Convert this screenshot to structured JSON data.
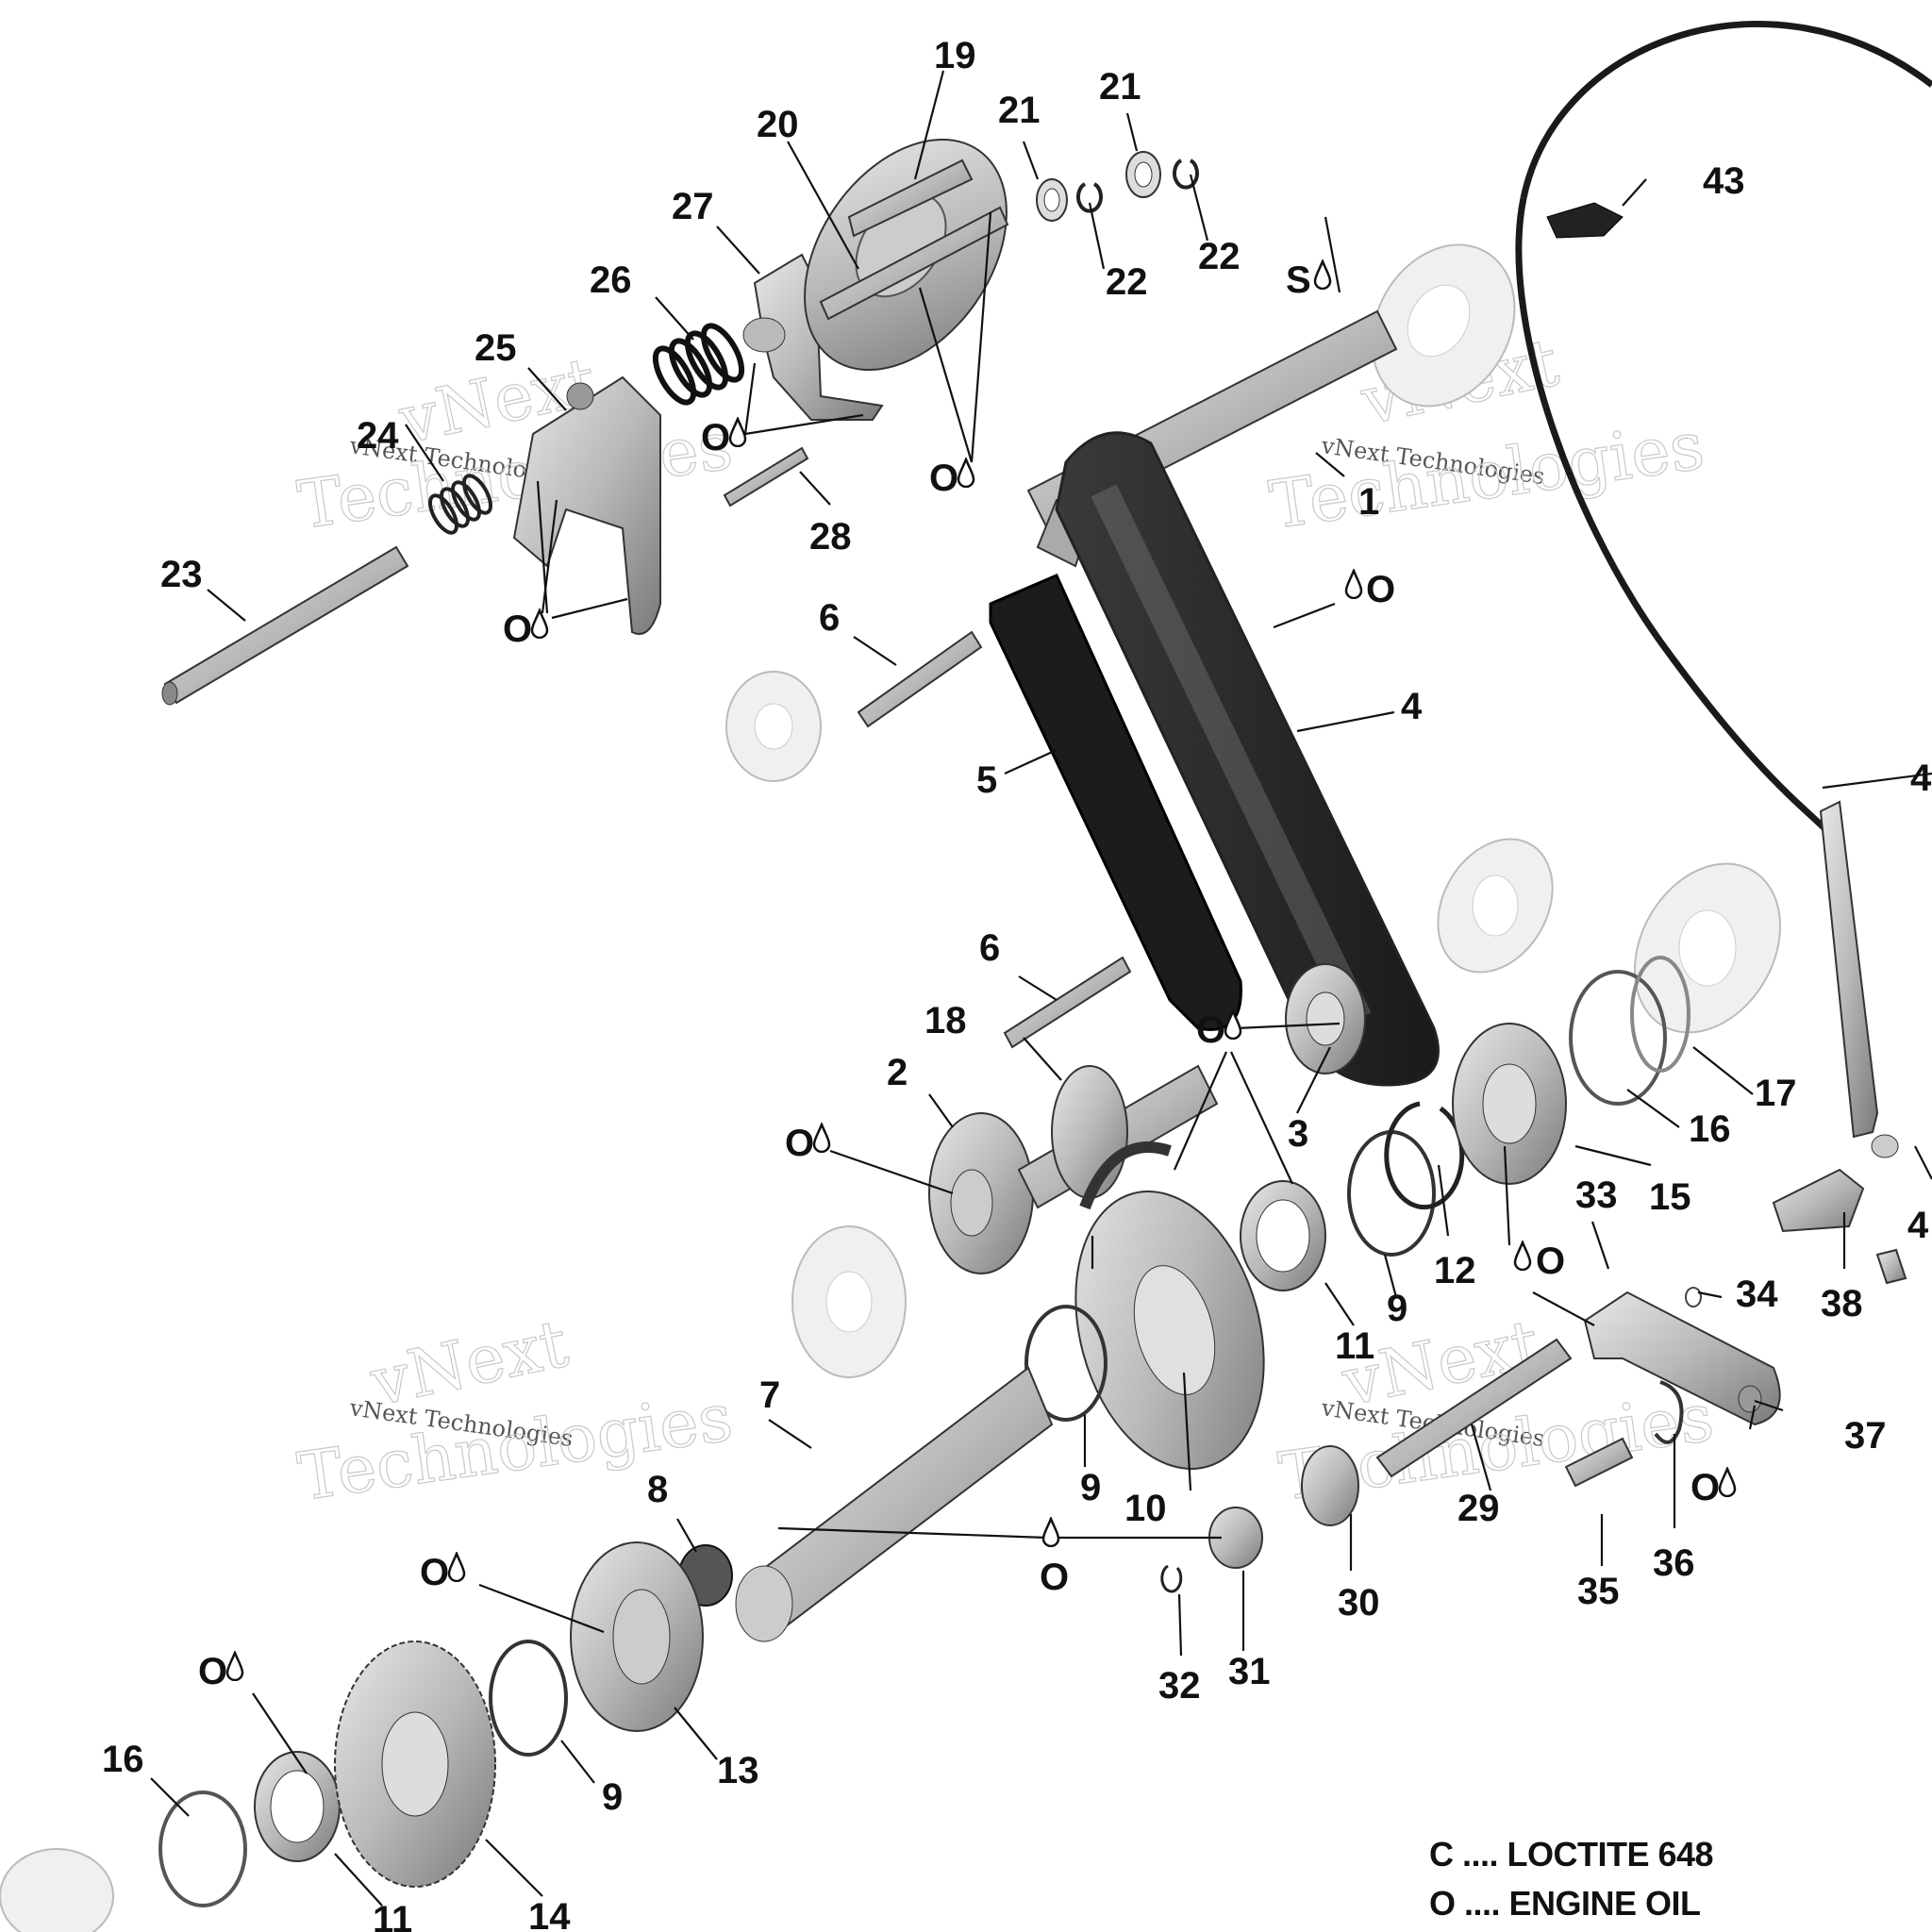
{
  "labels": {
    "p1": "1",
    "p2": "2",
    "p3": "3",
    "p4": "4",
    "p5": "5",
    "p6a": "6",
    "p6b": "6",
    "p7": "7",
    "p8": "8",
    "p9a": "9",
    "p9b": "9",
    "p9c": "9",
    "p10": "10",
    "p11a": "11",
    "p11b": "11",
    "p12": "12",
    "p13": "13",
    "p14": "14",
    "p15": "15",
    "p16a": "16",
    "p16b": "16",
    "p17": "17",
    "p18": "18",
    "p19": "19",
    "p20": "20",
    "p21a": "21",
    "p21b": "21",
    "p22a": "22",
    "p22b": "22",
    "p23": "23",
    "p24": "24",
    "p25": "25",
    "p26": "26",
    "p27": "27",
    "p28": "28",
    "p29": "29",
    "p30": "30",
    "p31": "31",
    "p32": "32",
    "p33": "33",
    "p34": "34",
    "p35": "35",
    "p36": "36",
    "p37": "37",
    "p38": "38",
    "p43": "43",
    "p4x": "4",
    "p4y": "4"
  },
  "markers": {
    "oil": "O",
    "sealant": "S"
  },
  "watermark": {
    "brand": "vNext",
    "line": "vNext Technologies",
    "word": "Technologies"
  },
  "legend": {
    "line1": "C .... LOCTITE 648",
    "line2": "O .... ENGINE OIL"
  }
}
